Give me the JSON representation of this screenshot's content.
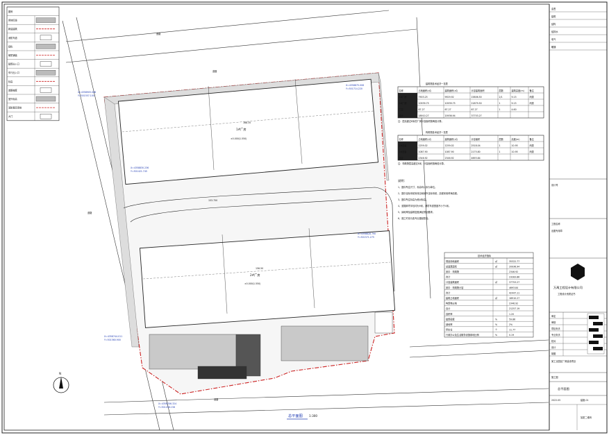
{
  "drawing": {
    "title": "总平面图",
    "scale": "1:300",
    "street_labels": [
      "道路",
      "道路",
      "道路",
      "道路"
    ],
    "north_label": "N"
  },
  "legend": {
    "rows": [
      {
        "label": "图例"
      },
      {
        "label": "用地红线"
      },
      {
        "label": "新建建筑"
      },
      {
        "label": "消防车道"
      },
      {
        "label": "绿化"
      },
      {
        "label": "硬质铺装"
      },
      {
        "label": "建筑出入口"
      },
      {
        "label": "车行出入口"
      },
      {
        "label": "标高"
      },
      {
        "label": "道路坡度"
      },
      {
        "label": "室外标高"
      },
      {
        "label": "消防登高场地"
      },
      {
        "label": "大门"
      }
    ]
  },
  "buildings": {
    "north": {
      "label": "1#厂房",
      "sub": "±0.000(1.550)",
      "dim": "168.35"
    },
    "south": {
      "label": "2#厂房",
      "sub": "±0.000(1.550)",
      "dim": "156.50"
    },
    "setback": "153.750"
  },
  "coords": [
    {
      "x": "X=4358905.008",
      "y": "Y=501557.100"
    },
    {
      "x": "X=4358875.006",
      "y": "Y=501714.220"
    },
    {
      "x": "X=4358830.236",
      "y": "Y=501421.745"
    },
    {
      "x": "X=4358828.790",
      "y": "Y=501571.275"
    },
    {
      "x": "X=4358744.011",
      "y": "Y=501560.900"
    },
    {
      "x": "X=4358706.324",
      "y": "Y=501456.158"
    }
  ],
  "table1": {
    "title": "建筑物技术经济一览表",
    "headers": [
      "名称",
      "占地面积(㎡)",
      "建筑面积(㎡)",
      "计容建筑面积",
      "层数",
      "建筑高度(m)",
      "备注"
    ],
    "rows": [
      [
        "1#厂房",
        "7903.25",
        "9929.92",
        "15806.50",
        "2/1",
        "9.15",
        "丙类"
      ],
      [
        "2#厂房",
        "10939.75",
        "10939.75",
        "21879.50",
        "1",
        "9.15",
        "丙类"
      ],
      [
        "门卫",
        "67.27",
        "67.27",
        "67.27",
        "1",
        "4.60",
        ""
      ],
      [
        "合计",
        "18910.27",
        "20936.94",
        "37753.27",
        "",
        "",
        ""
      ]
    ],
    "note": "注：层高超过8米的厂房计容面积按两倍计算。"
  },
  "table2": {
    "title": "构筑物技术经济一览表",
    "headers": [
      "名称",
      "占地面积(㎡)",
      "建筑面积(㎡)",
      "计容面积",
      "层数",
      "高度(m)",
      "备注"
    ],
    "rows": [
      [
        "1#站台",
        "1259.02",
        "1259.02",
        "2518.04",
        "1",
        "10.95",
        "丙类"
      ],
      [
        "2#站台",
        "1087.90",
        "1087.90",
        "2175.80",
        "1",
        "10.95",
        "丙类"
      ],
      [
        "合计",
        "2346.92",
        "2346.92",
        "4693.84",
        "",
        "",
        ""
      ]
    ],
    "note": "注：构筑物层高超过8米，计容面积按两倍计算。"
  },
  "notes": {
    "title": "说明：",
    "items": [
      "1、图中所注尺寸、标高均以米为单位。",
      "2、图中坐标系统采用当地城市坐标系统，高程采用黄海高程。",
      "3、图中所注标高为绝对标高。",
      "4、道路转弯半径均为9米，消防车道宽度不小于4米。",
      "5、绿地率及建筑密度满足规划要求。",
      "6、施工时请与各专业图纸配合。"
    ]
  },
  "table3": {
    "title": "技术经济指标",
    "rows": [
      [
        "规划用地面积",
        "㎡",
        "35322.77"
      ],
      [
        "总建筑面积",
        "㎡",
        "20936.94"
      ],
      [
        "其中：构筑物",
        "",
        "2346.92"
      ],
      [
        "合计",
        "",
        "23283.86"
      ],
      [
        "计容建筑面积",
        "㎡",
        "37753.27"
      ],
      [
        "其中：构筑物计容",
        "",
        "4693.84"
      ],
      [
        "合计",
        "",
        "42447.11"
      ],
      [
        "建筑占地面积",
        "㎡",
        "18910.27"
      ],
      [
        "构筑物占地",
        "",
        "2346.92"
      ],
      [
        "合计",
        "",
        "21257.19"
      ],
      [
        "容积率",
        "",
        "1.20"
      ],
      [
        "建筑密度",
        "%",
        "59.86"
      ],
      [
        "绿地率",
        "%",
        "2%"
      ],
      [
        "停车位",
        "个",
        "11.77"
      ],
      [
        "行政办公及生活服务设施用地比例",
        "%",
        "0.19"
      ]
    ]
  },
  "title_block": {
    "top_rows": [
      "会签",
      "建筑",
      "结构",
      "给排水",
      "电气",
      "暖通"
    ],
    "mid_notes": [
      "设计号",
      "工程名称",
      "出图专用章"
    ],
    "company": "万禹工程设计有限公司",
    "company_sub": "工程设计资质证书",
    "fields": [
      {
        "k": "审定",
        "v": ""
      },
      {
        "k": "审核",
        "v": ""
      },
      {
        "k": "项目负责",
        "v": ""
      },
      {
        "k": "专业负责",
        "v": ""
      },
      {
        "k": "校对",
        "v": ""
      },
      {
        "k": "设计",
        "v": ""
      },
      {
        "k": "制图",
        "v": ""
      }
    ],
    "project": "某工业园区厂房建设项目",
    "drawing_name": "总平面图",
    "date": "2022.05",
    "sheet": "建施-01",
    "phase": "施工图",
    "footer": "加密二维码"
  }
}
